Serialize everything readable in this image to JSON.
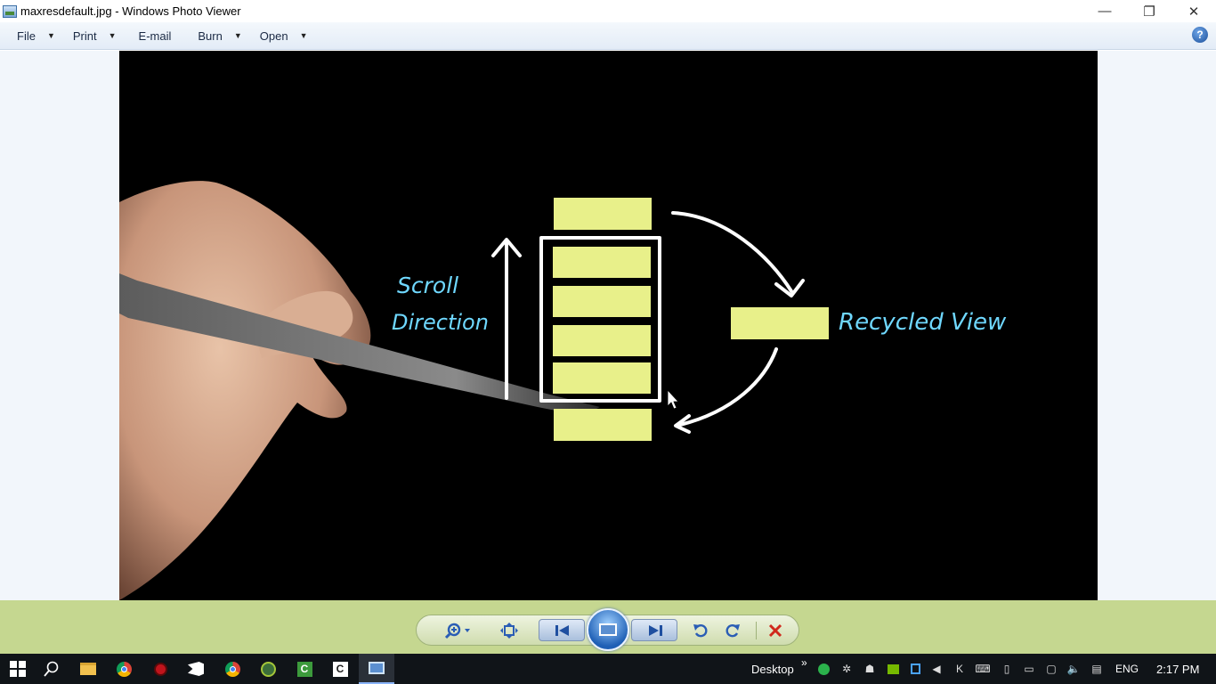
{
  "window": {
    "title": "maxresdefault.jpg - Windows Photo Viewer",
    "minimize": "—",
    "restore": "❐",
    "close": "✕"
  },
  "menu": {
    "items": [
      {
        "label": "File",
        "has_dropdown": true
      },
      {
        "label": "Print",
        "has_dropdown": true
      },
      {
        "label": "E-mail",
        "has_dropdown": false
      },
      {
        "label": "Burn",
        "has_dropdown": true
      },
      {
        "label": "Open",
        "has_dropdown": true
      }
    ],
    "help": "?"
  },
  "photo": {
    "label_scroll_line1": "Scroll",
    "label_scroll_line2": "Direction",
    "label_recycled": "Recycled View",
    "box_color": "#e8f08a",
    "ink_color": "#6fd8ff"
  },
  "controls": {
    "zoom_icon": "zoom-icon",
    "fit_icon": "actual-size-icon",
    "prev_icon": "previous-icon",
    "slideshow_icon": "slideshow-icon",
    "next_icon": "next-icon",
    "rotate_ccw_icon": "rotate-counterclockwise-icon",
    "rotate_cw_icon": "rotate-clockwise-icon",
    "delete_icon": "delete-icon"
  },
  "taskbar": {
    "desktop_label": "Desktop",
    "chevron": "»",
    "language": "ENG",
    "clock": "2:17 PM"
  }
}
